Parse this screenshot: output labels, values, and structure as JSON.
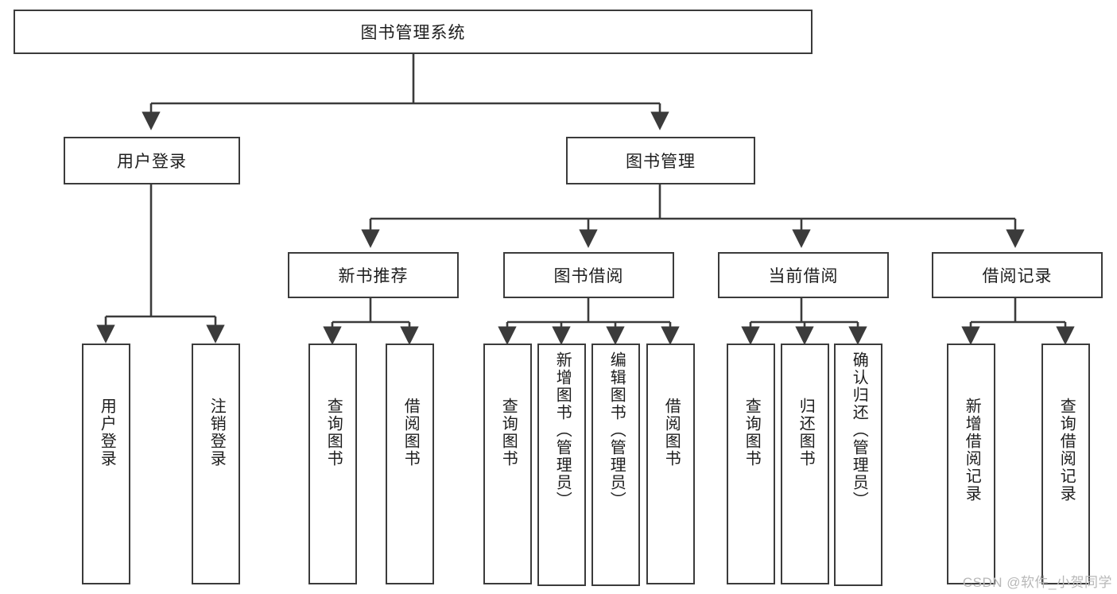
{
  "diagram": {
    "type": "tree",
    "title": "图书管理系统",
    "orientation": "top-down",
    "watermark": "CSDN @软件_小贺同学",
    "colors": {
      "stroke": "#3b3b3b",
      "fill": "#ffffff",
      "text": "#1d1d1d",
      "watermark": "#b8b8b8"
    },
    "levels": {
      "root": {
        "label": "图书管理系统"
      },
      "level2": [
        {
          "id": "user-login",
          "label": "用户登录"
        },
        {
          "id": "book-manage",
          "label": "图书管理"
        }
      ],
      "level3": [
        {
          "id": "new-book-recommend",
          "label": "新书推荐",
          "parent": "book-manage"
        },
        {
          "id": "book-borrow",
          "label": "图书借阅",
          "parent": "book-manage"
        },
        {
          "id": "current-borrow",
          "label": "当前借阅",
          "parent": "book-manage"
        },
        {
          "id": "borrow-record",
          "label": "借阅记录",
          "parent": "book-manage"
        }
      ],
      "leaves": [
        {
          "id": "leaf-user-login",
          "label": "用户登录",
          "parent": "user-login"
        },
        {
          "id": "leaf-logout-login",
          "label": "注销登录",
          "parent": "user-login"
        },
        {
          "id": "leaf-query-book-1",
          "label": "查询图书",
          "parent": "new-book-recommend"
        },
        {
          "id": "leaf-borrow-book-1",
          "label": "借阅图书",
          "parent": "new-book-recommend"
        },
        {
          "id": "leaf-query-book-2",
          "label": "查询图书",
          "parent": "book-borrow"
        },
        {
          "id": "leaf-add-book",
          "label": "新增图书（管理员）",
          "parent": "book-borrow"
        },
        {
          "id": "leaf-edit-book",
          "label": "编辑图书（管理员）",
          "parent": "book-borrow"
        },
        {
          "id": "leaf-borrow-book-2",
          "label": "借阅图书",
          "parent": "book-borrow"
        },
        {
          "id": "leaf-query-book-3",
          "label": "查询图书",
          "parent": "current-borrow"
        },
        {
          "id": "leaf-return-book",
          "label": "归还图书",
          "parent": "current-borrow"
        },
        {
          "id": "leaf-confirm-return",
          "label": "确认归还（管理员）",
          "parent": "current-borrow"
        },
        {
          "id": "leaf-add-record",
          "label": "新增借阅记录",
          "parent": "borrow-record"
        },
        {
          "id": "leaf-query-record",
          "label": "查询借阅记录",
          "parent": "borrow-record"
        }
      ]
    }
  }
}
